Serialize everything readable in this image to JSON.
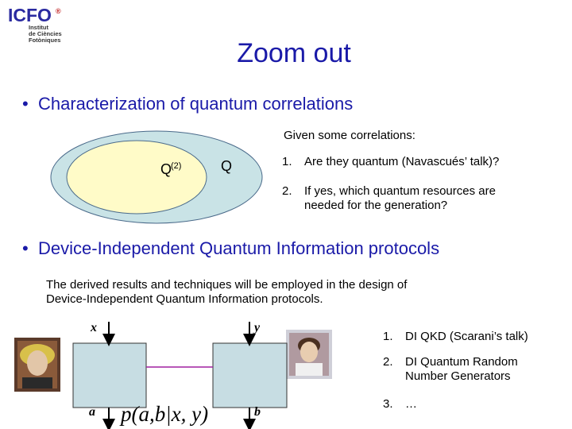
{
  "logo": {
    "wordmark": "ICFO",
    "mark": "®",
    "line1": "Institut",
    "line2": "de Ciències",
    "line3": "Fotòniques"
  },
  "title": "Zoom out",
  "bullets": [
    "Characterization of quantum correlations",
    "Device-Independent Quantum Information protocols"
  ],
  "given": "Given some correlations:",
  "questions": [
    {
      "num": "1.",
      "text": "Are they quantum (Navascués’ talk)?"
    },
    {
      "num": "2.",
      "line1": "If yes, which quantum resources are",
      "line2": "needed for the generation?"
    }
  ],
  "venn": {
    "inner_label": "Q",
    "inner_sup": "(2)",
    "outer_label": "Q"
  },
  "description": {
    "line1": "The derived results and techniques will be employed in the design of",
    "line2": "Device-Independent Quantum Information protocols."
  },
  "diagram": {
    "x": "x",
    "y": "y",
    "a": "a",
    "b": "b",
    "formula": "p(a,b|x, y)"
  },
  "protocols": [
    {
      "num": "1.",
      "text": "DI QKD (Scarani’s talk)"
    },
    {
      "num": "2.",
      "line1": "DI Quantum Random",
      "line2": "Number Generators"
    },
    {
      "num": "3.",
      "text": "…"
    }
  ],
  "colors": {
    "title": "#1a1aa8",
    "outer_set": "#c9e3e6",
    "inner_set": "#fffbc8",
    "set_border": "#4a6a8a",
    "box_fill": "#c7dde3",
    "link_line": "#a020a0"
  }
}
